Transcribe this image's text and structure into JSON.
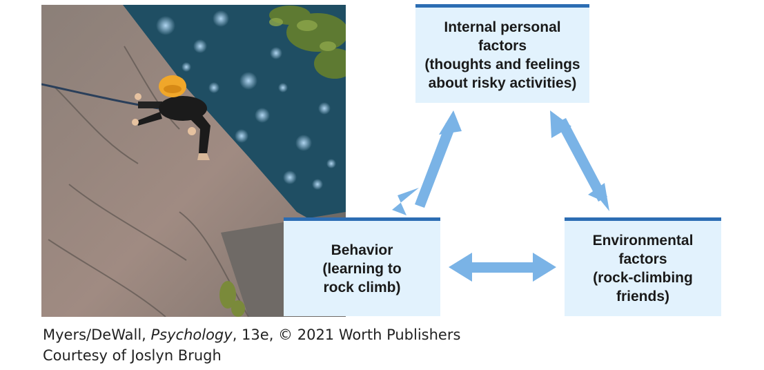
{
  "diagram": {
    "internal": {
      "lines": [
        "Internal personal",
        "factors",
        "(thoughts and feelings",
        "about risky activities)"
      ]
    },
    "behavior": {
      "lines": [
        "Behavior",
        "(learning to",
        "rock climb)"
      ]
    },
    "environment": {
      "lines": [
        "Environmental",
        "factors",
        "(rock-climbing",
        "friends)"
      ]
    }
  },
  "caption": {
    "line1_prefix": "Myers/DeWall, ",
    "line1_title": "Psychology",
    "line1_suffix": ", 13e, © 2021 Worth Publishers",
    "line2": "Courtesy of Joslyn Brugh"
  },
  "colors": {
    "box_fill": "#e2f2fd",
    "box_border": "#2c6db3",
    "arrow": "#7ab3e6"
  },
  "photo": {
    "icon": "rock-climber-photo"
  }
}
